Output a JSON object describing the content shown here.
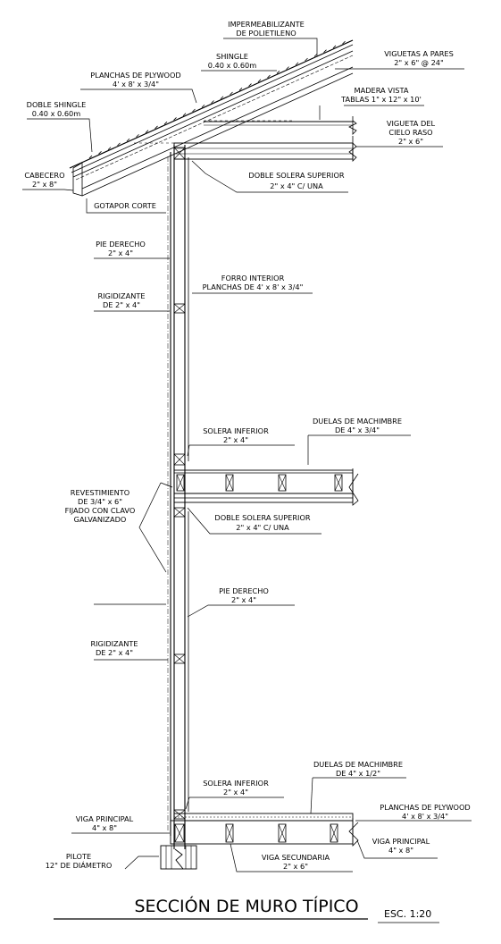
{
  "title": "SECCIÓN DE MURO TÍPICO",
  "scale": "ESC. 1:20",
  "labels": {
    "impermeabilizante": [
      "IMPERMEABILIZANTE",
      "DE POLIETILENO"
    ],
    "viguetas_pares": [
      "VIGUETAS A PARES",
      "2\" x 6\" @ 24\""
    ],
    "shingle": [
      "SHINGLE",
      "0.40 x 0.60m"
    ],
    "plywood_roof": [
      "PLANCHAS DE PLYWOOD",
      "4' x 8' x 3/4\""
    ],
    "madera_vista": [
      "MADERA VISTA",
      "TABLAS 1\" x 12\" x 10'"
    ],
    "doble_shingle": [
      "DOBLE SHINGLE",
      "0.40 x 0.60m"
    ],
    "vigueta_cielo": [
      "VIGUETA DEL",
      "CIELO RASO",
      "2\" x 6\""
    ],
    "cabecero": [
      "CABECERO",
      "2\" x 8\""
    ],
    "doble_solera_sup_1": [
      "DOBLE SOLERA SUPERIOR",
      "2\" x 4\" C/ UNA"
    ],
    "gotapor": [
      "GOTAPOR CORTE"
    ],
    "pie_derecho_1": [
      "PIE DERECHO",
      "2\" x 4\""
    ],
    "forro_interior": [
      "FORRO INTERIOR",
      "PLANCHAS DE 4' x 8' x 3/4\""
    ],
    "rigidizante_1": [
      "RIGIDIZANTE",
      "DE 2\" x 4\""
    ],
    "duelas_1": [
      "DUELAS DE MACHIMBRE",
      "DE 4\" x 3/4\""
    ],
    "solera_inf_1": [
      "SOLERA INFERIOR",
      "2\" x 4\""
    ],
    "revestimiento": [
      "REVESTIMIENTO",
      "DE 3/4\" x 6\"",
      "FIJADO CON CLAVO",
      "GALVANIZADO"
    ],
    "doble_solera_sup_2": [
      "DOBLE SOLERA SUPERIOR",
      "2\" x 4\" C/ UNA"
    ],
    "pie_derecho_2": [
      "PIE DERECHO",
      "2\" x 4\""
    ],
    "rigidizante_2": [
      "RIGIDIZANTE",
      "DE 2\" x 4\""
    ],
    "duelas_2": [
      "DUELAS DE MACHIMBRE",
      "DE 4\" x 1/2\""
    ],
    "solera_inf_2": [
      "SOLERA INFERIOR",
      "2\" x 4\""
    ],
    "plywood_floor": [
      "PLANCHAS DE PLYWOOD",
      "4' x 8' x 3/4\""
    ],
    "viga_principal_l": [
      "VIGA PRINCIPAL",
      "4\" x 8\""
    ],
    "viga_principal_r": [
      "VIGA PRINCIPAL",
      "4\" x 8\""
    ],
    "viga_secundaria": [
      "VIGA SECUNDARIA",
      "2\" x 6\""
    ],
    "pilote": [
      "PILOTE",
      "12\" DE DIÁMETRO"
    ]
  }
}
